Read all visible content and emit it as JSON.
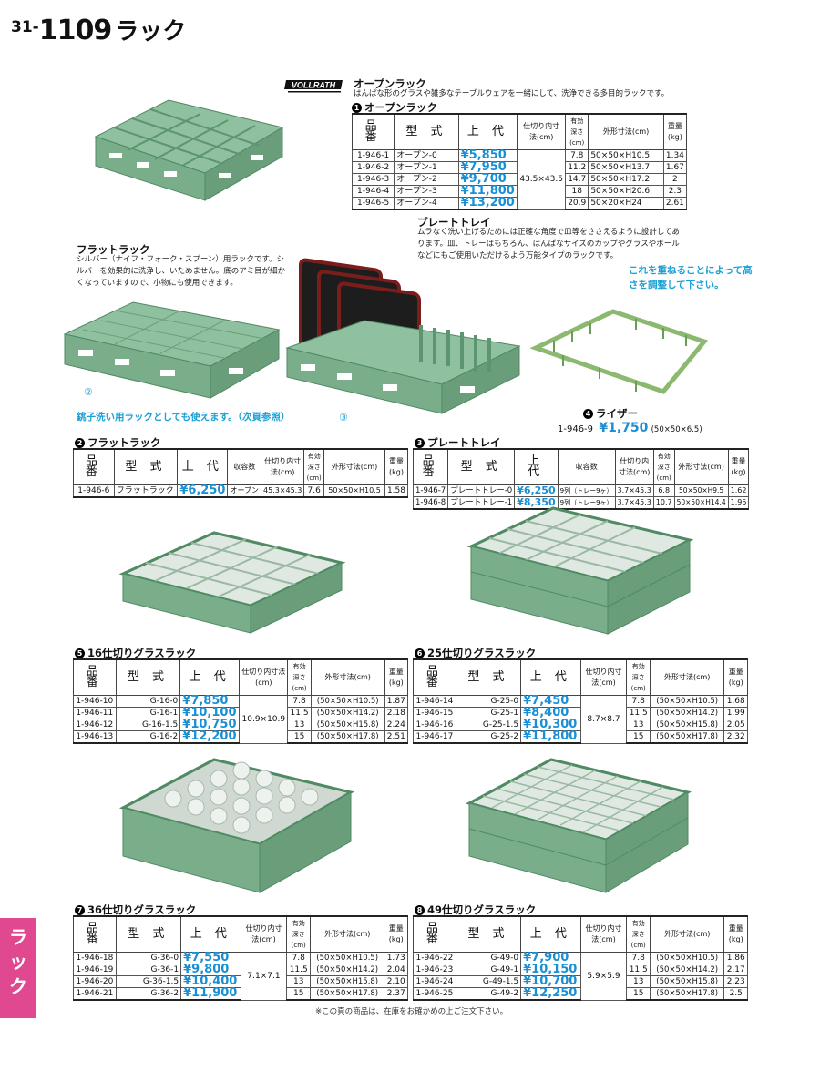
{
  "header": {
    "prefix": "31-",
    "page_number": "1109",
    "title": "ラック"
  },
  "brand": "VOLLRATH",
  "open_rack": {
    "title": "オープンラック",
    "description": "はんぱな形のグラスや雑多なテーブルウェアを一緒にして、洗浄できる多目的ラックです。",
    "section_no": "1",
    "section_title": "オープンラック",
    "headers": [
      "品 番",
      "型 式",
      "上 代",
      "仕切り内寸法(cm)",
      "有効深さ(cm)",
      "外形寸法(cm)",
      "重量(kg)"
    ],
    "rows": [
      {
        "code": "1-946-1",
        "model": "オープン-0",
        "price": "¥5,850",
        "depth": "7.8",
        "outer": "50×50×H10.5",
        "weight": "1.34"
      },
      {
        "code": "1-946-2",
        "model": "オープン-1",
        "price": "¥7,950",
        "depth": "11.2",
        "outer": "50×50×H13.7",
        "weight": "1.67"
      },
      {
        "code": "1-946-3",
        "model": "オープン-2",
        "price": "¥9,700",
        "depth": "14.7",
        "outer": "50×50×H17.2",
        "weight": "2"
      },
      {
        "code": "1-946-4",
        "model": "オープン-3",
        "price": "¥11,800",
        "depth": "18",
        "outer": "50×50×H20.6",
        "weight": "2.3"
      },
      {
        "code": "1-946-5",
        "model": "オープン-4",
        "price": "¥13,200",
        "depth": "20.9",
        "outer": "50×20×H24",
        "weight": "2.61"
      }
    ],
    "inner": "43.5×43.5"
  },
  "plate_tray": {
    "title": "プレートトレイ",
    "description": "ムラなく洗い上げるためには正確な角度で皿等をささえるように設計してあります。皿、トレーはもちろん、はんぱなサイズのカップやグラスやボールなどにもご使用いただけるよう万能タイプのラックです。",
    "section_no": "3",
    "section_title": "プレートトレイ",
    "headers": [
      "品 番",
      "型 式",
      "上 代",
      "収容数",
      "仕切り内寸法(cm)",
      "有効深さ(cm)",
      "外形寸法(cm)",
      "重量(kg)"
    ],
    "rows": [
      {
        "code": "1-946-7",
        "model": "プレートトレー-0",
        "price": "¥6,250",
        "capacity": "9列（トレー9ヶ）",
        "inner": "3.7×45.3",
        "depth": "6.8",
        "outer": "50×50×H9.5",
        "weight": "1.62"
      },
      {
        "code": "1-946-8",
        "model": "プレートトレー-1",
        "price": "¥8,350",
        "capacity": "9列（トレー9ヶ）",
        "inner": "3.7×45.3",
        "depth": "10.7",
        "outer": "50×50×H14.4",
        "weight": "1.95"
      }
    ]
  },
  "flat_rack": {
    "title": "フラットラック",
    "description": "シルバー（ナイフ・フォーク・スプーン）用ラックです。シルバーを効果的に洗浄し、いためません。底のアミ目が細かくなっていますので、小物にも使用できます。",
    "note": "銚子洗い用ラックとしても使えます。（次頁参照）",
    "section_no": "2",
    "section_title": "フラットラック",
    "headers": [
      "品 番",
      "型 式",
      "上 代",
      "収容数",
      "仕切り内寸法(cm)",
      "有効深さ(cm)",
      "外形寸法(cm)",
      "重量(kg)"
    ],
    "rows": [
      {
        "code": "1-946-6",
        "model": "フラットラック",
        "price": "¥6,250",
        "capacity": "オープン",
        "inner": "45.3×45.3",
        "depth": "7.6",
        "outer": "50×50×H10.5",
        "weight": "1.58"
      }
    ]
  },
  "photo_labels": {
    "two": "②",
    "three": "③"
  },
  "riser": {
    "note": "これを重ねることによって高さを調整して下さい。",
    "section_no": "4",
    "title": "ライザー",
    "code": "1-946-9",
    "price": "¥1,750",
    "size": "(50×50×6.5)"
  },
  "rack16": {
    "section_no": "5",
    "title": "16仕切りグラスラック",
    "inner": "10.9×10.9",
    "headers": [
      "品 番",
      "型 式",
      "上 代",
      "仕切り内寸法(cm)",
      "有効深さ(cm)",
      "外形寸法(cm)",
      "重量(kg)"
    ],
    "rows": [
      {
        "code": "1-946-10",
        "model": "G-16-0",
        "price": "¥7,850",
        "depth": "7.8",
        "outer": "(50×50×H10.5)",
        "weight": "1.87"
      },
      {
        "code": "1-946-11",
        "model": "G-16-1",
        "price": "¥10,100",
        "depth": "11.5",
        "outer": "(50×50×H14.2)",
        "weight": "2.18"
      },
      {
        "code": "1-946-12",
        "model": "G-16-1.5",
        "price": "¥10,750",
        "depth": "13",
        "outer": "(50×50×H15.8)",
        "weight": "2.24"
      },
      {
        "code": "1-946-13",
        "model": "G-16-2",
        "price": "¥12,200",
        "depth": "15",
        "outer": "(50×50×H17.8)",
        "weight": "2.51"
      }
    ]
  },
  "rack25": {
    "section_no": "6",
    "title": "25仕切りグラスラック",
    "inner": "8.7×8.7",
    "headers": [
      "品 番",
      "型 式",
      "上 代",
      "仕切り内寸法(cm)",
      "有効深さ(cm)",
      "外形寸法(cm)",
      "重量(kg)"
    ],
    "rows": [
      {
        "code": "1-946-14",
        "model": "G-25-0",
        "price": "¥7,450",
        "depth": "7.8",
        "outer": "(50×50×H10.5)",
        "weight": "1.68"
      },
      {
        "code": "1-946-15",
        "model": "G-25-1",
        "price": "¥8,400",
        "depth": "11.5",
        "outer": "(50×50×H14.2)",
        "weight": "1.99"
      },
      {
        "code": "1-946-16",
        "model": "G-25-1.5",
        "price": "¥10,300",
        "depth": "13",
        "outer": "(50×50×H15.8)",
        "weight": "2.05"
      },
      {
        "code": "1-946-17",
        "model": "G-25-2",
        "price": "¥11,800",
        "depth": "15",
        "outer": "(50×50×H17.8)",
        "weight": "2.32"
      }
    ]
  },
  "rack36": {
    "section_no": "7",
    "title": "36仕切りグラスラック",
    "inner": "7.1×7.1",
    "headers": [
      "品 番",
      "型 式",
      "上 代",
      "仕切り内寸法(cm)",
      "有効深さ(cm)",
      "外形寸法(cm)",
      "重量(kg)"
    ],
    "rows": [
      {
        "code": "1-946-18",
        "model": "G-36-0",
        "price": "¥7,550",
        "depth": "7.8",
        "outer": "(50×50×H10.5)",
        "weight": "1.73"
      },
      {
        "code": "1-946-19",
        "model": "G-36-1",
        "price": "¥9,800",
        "depth": "11.5",
        "outer": "(50×50×H14.2)",
        "weight": "2.04"
      },
      {
        "code": "1-946-20",
        "model": "G-36-1.5",
        "price": "¥10,400",
        "depth": "13",
        "outer": "(50×50×H15.8)",
        "weight": "2.10"
      },
      {
        "code": "1-946-21",
        "model": "G-36-2",
        "price": "¥11,900",
        "depth": "15",
        "outer": "(50×50×H17.8)",
        "weight": "2.37"
      }
    ]
  },
  "rack49": {
    "section_no": "8",
    "title": "49仕切りグラスラック",
    "inner": "5.9×5.9",
    "headers": [
      "品 番",
      "型 式",
      "上 代",
      "仕切り内寸法(cm)",
      "有効深さ(cm)",
      "外形寸法(cm)",
      "重量(kg)"
    ],
    "rows": [
      {
        "code": "1-946-22",
        "model": "G-49-0",
        "price": "¥7,900",
        "depth": "7.8",
        "outer": "(50×50×H10.5)",
        "weight": "1.86"
      },
      {
        "code": "1-946-23",
        "model": "G-49-1",
        "price": "¥10,150",
        "depth": "11.5",
        "outer": "(50×50×H14.2)",
        "weight": "2.17"
      },
      {
        "code": "1-946-24",
        "model": "G-49-1.5",
        "price": "¥10,700",
        "depth": "13",
        "outer": "(50×50×H15.8)",
        "weight": "2.23"
      },
      {
        "code": "1-946-25",
        "model": "G-49-2",
        "price": "¥12,250",
        "depth": "15",
        "outer": "(50×50×H17.8)",
        "weight": "2.5"
      }
    ]
  },
  "side_tab": "ラック",
  "footer_note": "※この頁の商品は、在庫をお確かめの上ご注文下さい。",
  "colors": {
    "rack_green": "#7fb08e",
    "price_blue": "#1b8fd4",
    "note_blue": "#1ba0d6",
    "tab_pink": "#e0488f"
  }
}
